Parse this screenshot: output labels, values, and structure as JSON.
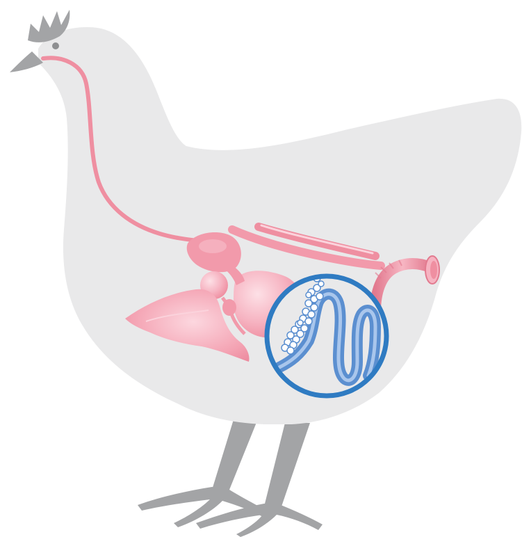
{
  "diagram": {
    "subject": "chicken-digestive-system",
    "colors": {
      "background": "#ffffff",
      "body": "#e9e9ea",
      "comb_beak_legs": "#a3a4a6",
      "eye": "#8e8f91",
      "tract": "#ef8fa1",
      "tract_dark": "#e27a8f",
      "organ_fill": "#f29aab",
      "organ_highlight": "#fbd3dc",
      "intestine_blue": "#5b8fd0",
      "intestine_light": "#a9c6ec",
      "circle_outline": "#2f7bc2"
    },
    "parts": [
      "comb",
      "beak",
      "eye",
      "esophagus",
      "crop",
      "proventriculus",
      "gizzard",
      "liver",
      "gallbladder",
      "ceca",
      "small-intestine",
      "large-intestine",
      "cloaca",
      "legs",
      "feet",
      "magnifier-circle",
      "villi"
    ]
  }
}
